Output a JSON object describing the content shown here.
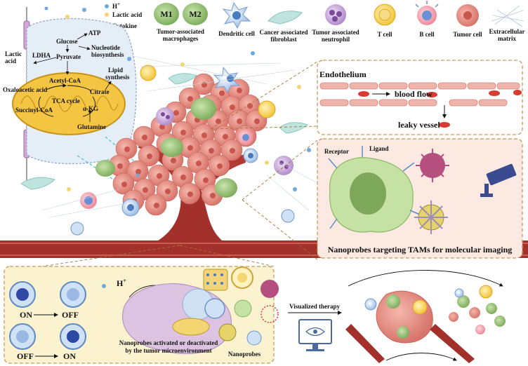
{
  "legend": {
    "h_plus": "H",
    "h_plus_sup": "+",
    "lactic_acid": "Lactic acid",
    "cytokine": "Cytokine",
    "m1": "M1",
    "m2": "M2",
    "tam_line1": "Tumor-associated",
    "tam_line2": "macrophages",
    "dendritic": "Dendritic cell",
    "caf_line1": "Cancer associated",
    "caf_line2": "fibroblast",
    "tan_line1": "Tumor associated",
    "tan_line2": "neutrophil",
    "tcell": "T cell",
    "bcell": "B cell",
    "tumor": "Tumor cell",
    "ecm_line1": "Extracellular",
    "ecm_line2": "matrix"
  },
  "metabolism": {
    "lactic_acid_line1": "Lactic",
    "lactic_acid_line2": "acid",
    "glucose": "Glucose",
    "atp": "ATP",
    "ldha": "LDHA",
    "pyruvate": "Pyruvate",
    "nucleotide_line1": "Nucleotide",
    "nucleotide_line2": "biosynthesis",
    "acetyl_coa": "Acetyl-CoA",
    "lipid_line1": "Lipid",
    "lipid_line2": "synthesis",
    "oxaloacetic": "Oxaloacetic acid",
    "citrate": "Citrate",
    "tca": "TCA cycle",
    "succinyl": "Succinyl-CoA",
    "akg": "α-KG",
    "glutamine": "Glutamine"
  },
  "endothelium": {
    "title": "Endothelium",
    "blood_flow": "blood flow",
    "leaky": "leaky vessel"
  },
  "targeting": {
    "receptor": "Receptor",
    "ligand": "Ligand",
    "caption": "Nanoprobes targeting TAMs for molecular imaging"
  },
  "activation": {
    "on1": "ON",
    "off1": "OFF",
    "on2": "ON",
    "off2": "OFF",
    "off3": "OFF",
    "on3": "ON",
    "on4": "ON",
    "h_plus": "H",
    "h_plus_sup": "+",
    "caption_line1": "Nanoprobes activated or deactivated",
    "caption_line2": "by the tumor microenvironment"
  },
  "nanoprobes": {
    "label": "Nanoprobes"
  },
  "therapy": {
    "label": "Visualized therapy"
  },
  "colors": {
    "tumor": "#e8958a",
    "tumor_dark": "#c8655c",
    "macrophage": "#9cc37c",
    "vessel": "#b3312c",
    "mito": "#f3c542",
    "panel_border": "#c89a5a",
    "panel_fill": "#fdf6e8",
    "targeting_fill": "#fbe9e2",
    "activation_fill": "#fbf3cf",
    "cell_blue": "#dbe8f6"
  }
}
